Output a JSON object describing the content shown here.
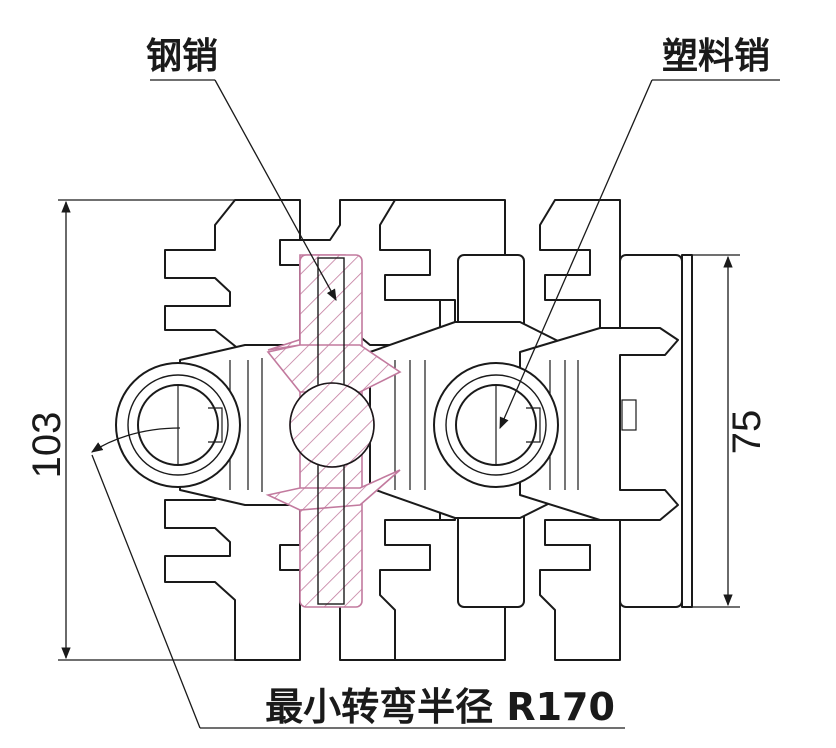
{
  "labels": {
    "steel_pin": "钢销",
    "plastic_pin": "塑料销",
    "min_radius": "最小转弯半径 R170"
  },
  "dimensions": {
    "overall_height": "103",
    "link_height": "75"
  },
  "colors": {
    "line": "#1a1a1a",
    "steel_pin_hatch": "#c27a9e",
    "background": "#ffffff"
  }
}
